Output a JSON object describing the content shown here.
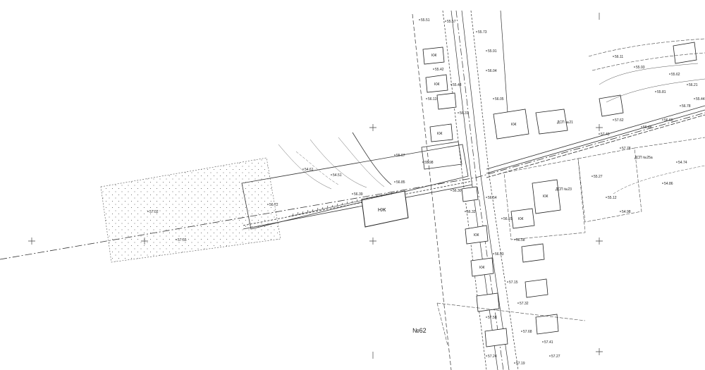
{
  "map": {
    "building_labels": {
      "main_building": "НЖ",
      "b1": "КЖ",
      "b2": "КЖ",
      "b3": "КЖ",
      "b4": "КЖ",
      "b5": "КЖ",
      "b6": "КЖ",
      "b7": "КЖ",
      "b8": "КЖ"
    },
    "parcel_labels": {
      "p1": "ДСП №21",
      "p2": "ДСП №23",
      "p3": "ДСП №25а",
      "p4": "№62"
    },
    "elevations": [
      "55.51",
      "55.57",
      "55.73",
      "55.91",
      "55.42",
      "55.48",
      "56.04",
      "56.13",
      "56.31",
      "56.05",
      "55.67",
      "55.98",
      "56.30",
      "56.54",
      "56.32",
      "56.91",
      "56.58",
      "56.93",
      "57.15",
      "57.32",
      "57.58",
      "57.68",
      "57.41",
      "57.24",
      "57.19",
      "57.27",
      "57.43",
      "57.62",
      "57.78",
      "56.48",
      "56.60",
      "56.78",
      "56.21",
      "56.11",
      "55.93",
      "55.81",
      "55.62",
      "55.44",
      "55.27",
      "55.12",
      "54.98",
      "54.86",
      "54.74",
      "54.61",
      "54.51",
      "56.39",
      "56.85",
      "57.02",
      "57.55",
      "56.72"
    ]
  }
}
